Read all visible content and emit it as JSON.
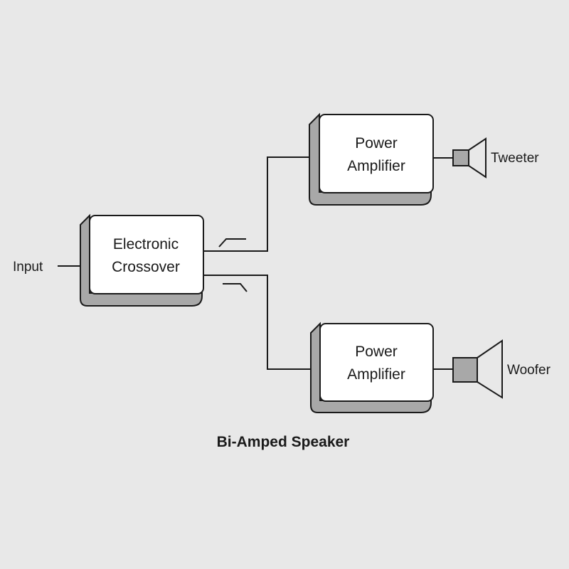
{
  "colors": {
    "background": "#e8e8e8",
    "box_face": "#ffffff",
    "box_side": "#a8a8a8",
    "box_bottom": "#b8b8b8",
    "driver_fill": "#a8a8a8",
    "line": "#1a1a1a"
  },
  "input": {
    "label": "Input"
  },
  "crossover": {
    "line1": "Electronic",
    "line2": "Crossover"
  },
  "amplifiers": [
    {
      "line1": "Power",
      "line2": "Amplifier"
    },
    {
      "line1": "Power",
      "line2": "Amplifier"
    }
  ],
  "speakers": [
    {
      "label": "Tweeter",
      "icon": "tweeter-icon"
    },
    {
      "label": "Woofer",
      "icon": "woofer-icon"
    }
  ],
  "title": "Bi-Amped Speaker"
}
